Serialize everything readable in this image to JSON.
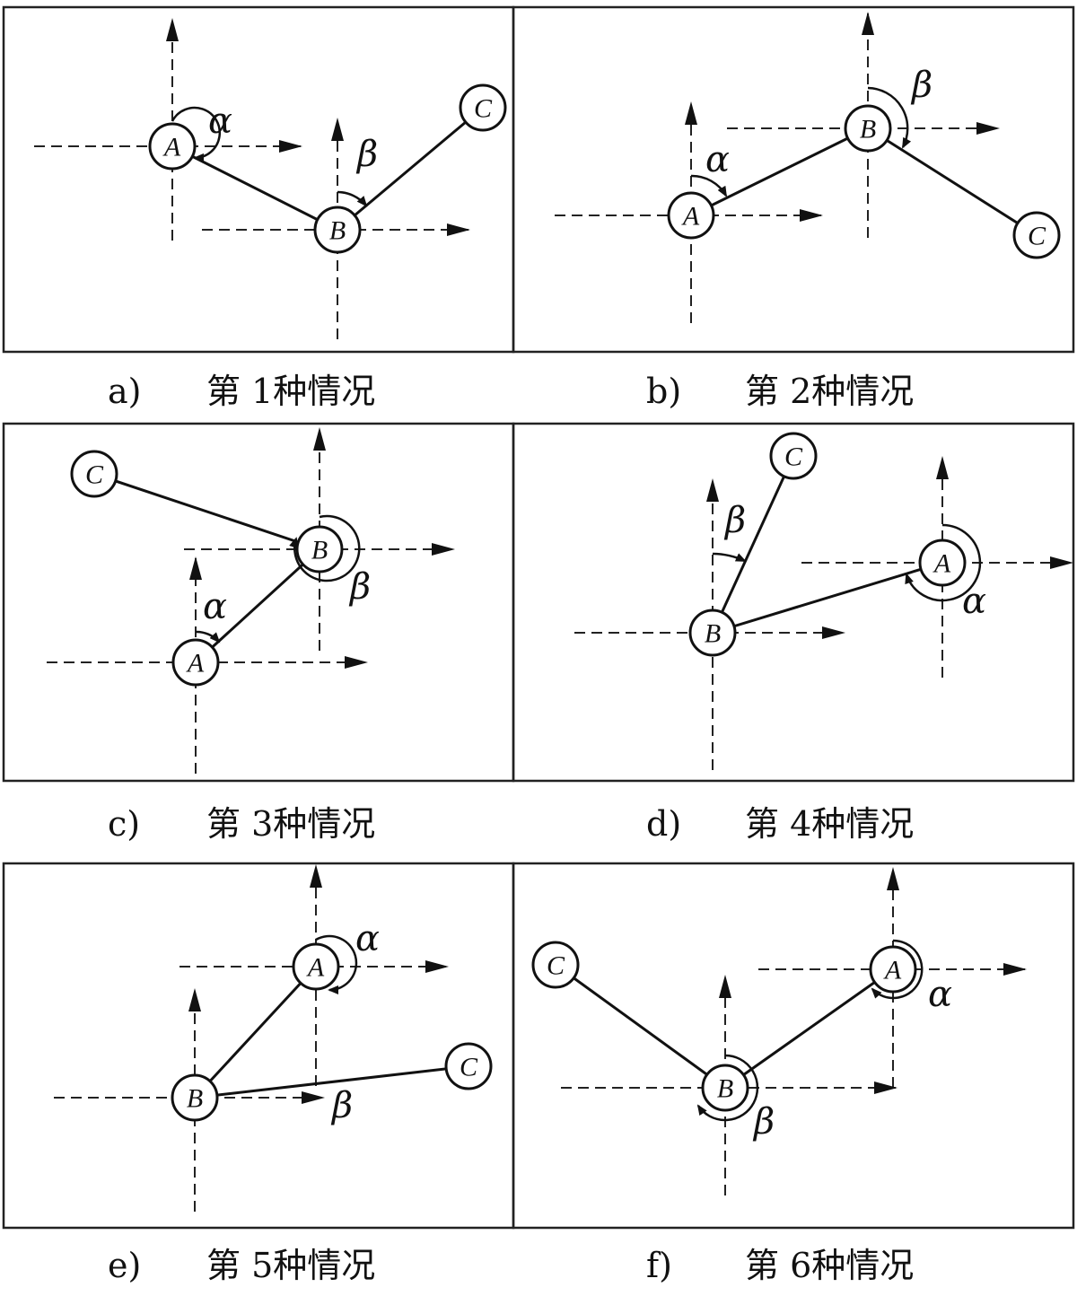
{
  "panels": [
    {
      "id": "a",
      "letter": "a)",
      "caption": "第 1种情况",
      "nodes": {
        "A": "A",
        "B": "B",
        "C": "C"
      },
      "alpha": "α",
      "beta": "β"
    },
    {
      "id": "b",
      "letter": "b)",
      "caption": "第 2种情况",
      "nodes": {
        "A": "A",
        "B": "B",
        "C": "C"
      },
      "alpha": "α",
      "beta": "β"
    },
    {
      "id": "c",
      "letter": "c)",
      "caption": "第 3种情况",
      "nodes": {
        "A": "A",
        "B": "B",
        "C": "C"
      },
      "alpha": "α",
      "beta": "β"
    },
    {
      "id": "d",
      "letter": "d)",
      "caption": "第 4种情况",
      "nodes": {
        "A": "A",
        "B": "B",
        "C": "C"
      },
      "alpha": "α",
      "beta": "β"
    },
    {
      "id": "e",
      "letter": "e)",
      "caption": "第 5种情况",
      "nodes": {
        "A": "A",
        "B": "B",
        "C": "C"
      },
      "alpha": "α",
      "beta": "β"
    },
    {
      "id": "f",
      "letter": "f)",
      "caption": "第 6种情况",
      "nodes": {
        "A": "A",
        "B": "B",
        "C": "C"
      },
      "alpha": "α",
      "beta": "β"
    }
  ]
}
